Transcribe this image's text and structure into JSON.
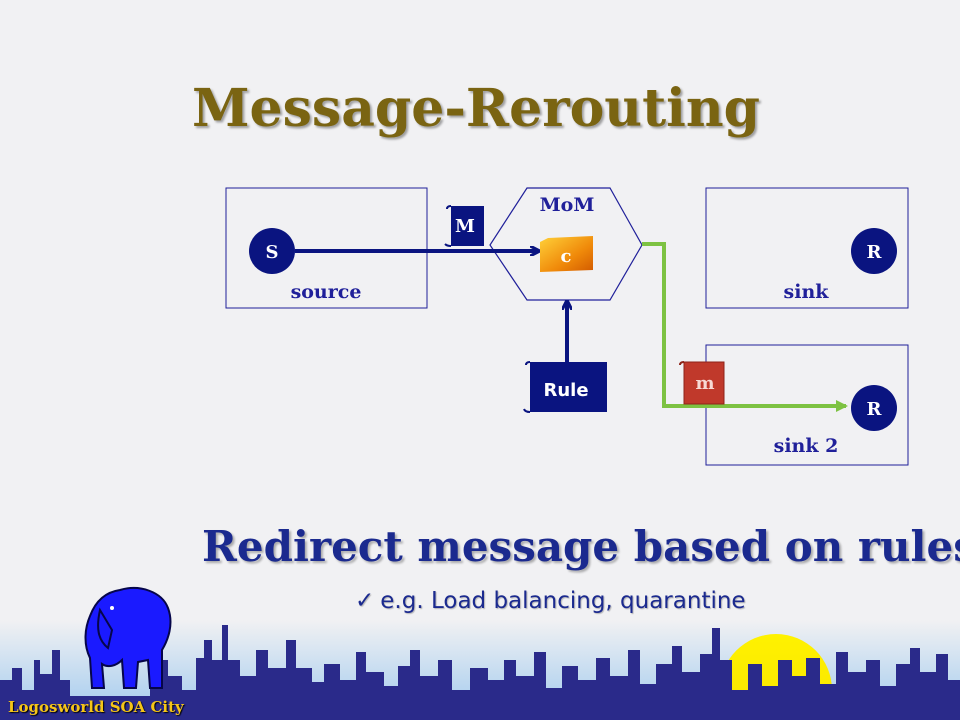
{
  "slide": {
    "title": "Message-Rerouting",
    "headline": "Redirect message based on rules",
    "bullet_check": "✓",
    "bullet": "e.g. Load balancing, quarantine",
    "brand": "Logosworld SOA City"
  },
  "diagram": {
    "source": {
      "node": "S",
      "label": "source"
    },
    "mom": {
      "label": "MoM",
      "channel": "c"
    },
    "sink": {
      "node": "R",
      "label": "sink"
    },
    "sink2": {
      "node": "R",
      "label": "sink 2"
    },
    "message": "M",
    "rerouted_message": "m",
    "rule": "Rule"
  },
  "colors": {
    "title": "#7a6412",
    "text": "#1b2a8f",
    "node": "#0a1480",
    "reroute_line": "#7dc242",
    "channel": "#f08a0a",
    "rerouted_message": "#c0392b",
    "brand": "#f5c518"
  },
  "icons": [
    "elephant-icon",
    "city-skyline-icon",
    "sun-icon",
    "checkmark-icon"
  ]
}
